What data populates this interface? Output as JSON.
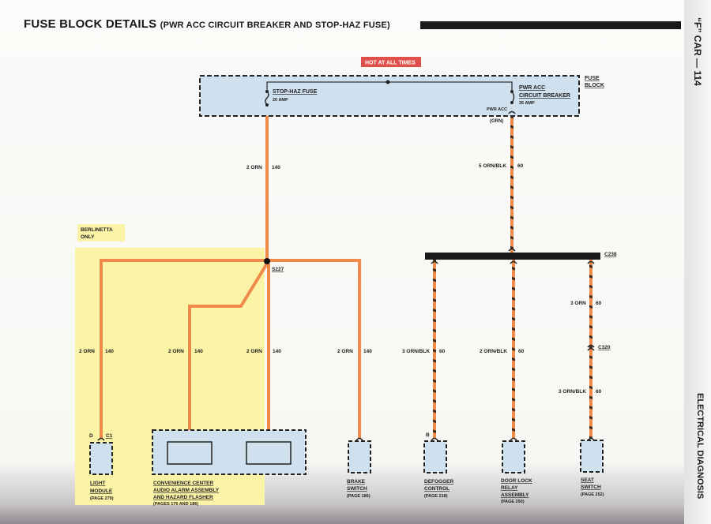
{
  "header": {
    "title": "FUSE BLOCK DETAILS",
    "subtitle": "(PWR ACC CIRCUIT BREAKER AND STOP-HAZ FUSE)"
  },
  "side": {
    "page_ref": "“F” CAR — 114",
    "section": "ELECTRICAL DIAGNOSIS"
  },
  "colors": {
    "wire": "#ef8a4a",
    "highlight": "#fbf3a6",
    "box": "#cfe0ef",
    "hot": "#e0504a"
  },
  "diagram": {
    "hot_label": "HOT AT ALL TIMES",
    "fuse_block": {
      "label1": "FUSE",
      "label2": "BLOCK",
      "fuse_name": "STOP-HAZ FUSE",
      "fuse_rating": "20 AMP",
      "cb_name1": "PWR ACC",
      "cb_name2": "CIRCUIT BREAKER",
      "cb_rating": "35 AMP",
      "cb_terminal": "PWR ACC",
      "cb_connector": "(GRN)"
    },
    "berlinetta": {
      "line1": "BERLINETTA",
      "line2": "ONLY"
    },
    "splice": "S227",
    "connectors": {
      "c238": "C238",
      "c320": "C320",
      "c1": "C1",
      "d": "D",
      "b": "B"
    },
    "wires": {
      "fuse_out": {
        "size": "2 ORN",
        "circuit": "140"
      },
      "cb_out": {
        "size": "5 ORN/BLK",
        "circuit": "60"
      },
      "light": {
        "size": "2 ORN",
        "circuit": "140"
      },
      "conv1": {
        "size": "2 ORN",
        "circuit": "140"
      },
      "conv2": {
        "size": "2 ORN",
        "circuit": "140"
      },
      "brake": {
        "size": "2 ORN",
        "circuit": "140"
      },
      "defog": {
        "size": "3 ORN/BLK",
        "circuit": "60"
      },
      "door": {
        "size": "2 ORN/BLK",
        "circuit": "60"
      },
      "seat_upper": {
        "size": "3 ORN",
        "circuit": "60"
      },
      "seat_lower": {
        "size": "3 ORN/BLK",
        "circuit": "60"
      }
    },
    "components": {
      "light": {
        "l1": "LIGHT",
        "l2": "MODULE",
        "page": "(PAGE 279)"
      },
      "conv": {
        "l1": "CONVENIENCE CENTER",
        "l2": "AUDIO ALARM ASSEMBLY",
        "l3": "AND HAZARD FLASHER",
        "page": "(PAGES 176 AND 186)"
      },
      "brake": {
        "l1": "BRAKE",
        "l2": "SWITCH",
        "page": "(PAGE 186)"
      },
      "defog": {
        "l1": "DEFOGGER",
        "l2": "CONTROL",
        "page": "(PAGE 218)"
      },
      "door": {
        "l1": "DOOR LOCK",
        "l2": "RELAY",
        "l3": "ASSEMBLY",
        "page": "(PAGE 250)"
      },
      "seat": {
        "l1": "SEAT",
        "l2": "SWITCH",
        "page": "(PAGE 252)"
      }
    }
  }
}
